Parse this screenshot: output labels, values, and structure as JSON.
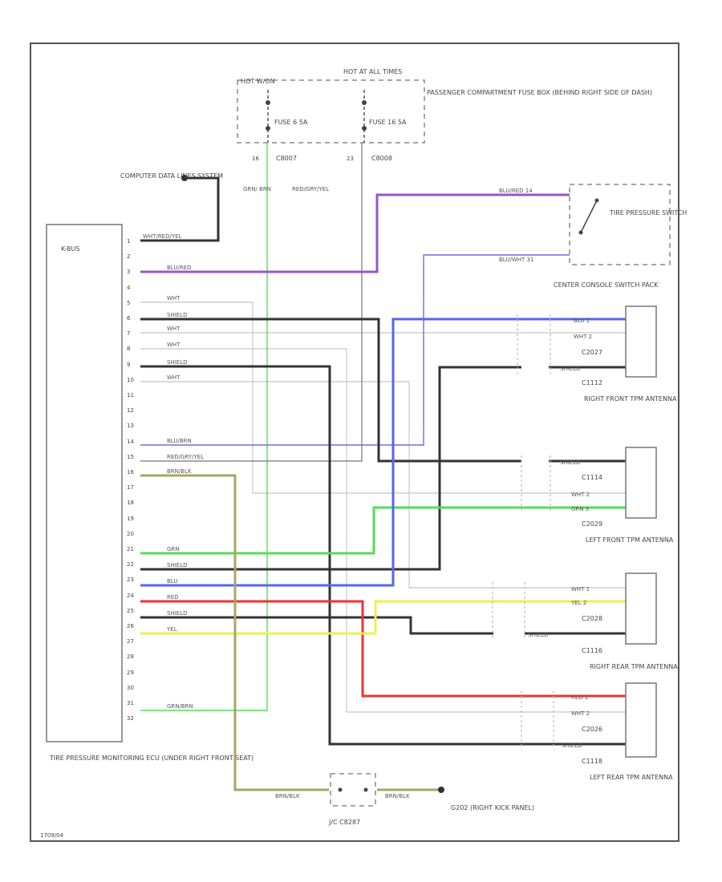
{
  "labels": {
    "fuse_hot_left": "HOT W/ON",
    "fuse_hot_right": "HOT AT ALL TIMES",
    "fuse_box": "PASSENGER COMPARTMENT FUSE BOX (BEHIND RIGHT SIDE OF DASH)",
    "fuse_a": "FUSE 6 5A",
    "fuse_b": "FUSE 16 5A",
    "fuse_pin_a": "16",
    "fuse_pin_b": "23",
    "conn_a": "C8007",
    "conn_b": "C8008",
    "wire_grn_brn": "GRN/ BRN",
    "wire_red_gry": "RED/GRY/YEL",
    "computer": "COMPUTER DATA LINES SYSTEM",
    "ecu_title": "K-BUS",
    "ecu_name": "TIRE PRESSURE MONITORING ECU (UNDER RIGHT FRONT SEAT)",
    "tire_switch": "TIRE PRESSURE SWITCH",
    "switch_wire_top": "BLU/RED 14",
    "switch_wire_bottom": "BLU/WHT 31",
    "console": "CENTER CONSOLE SWITCH PACK",
    "rf_antenna": "RIGHT FRONT TPM ANTENNA",
    "lf_antenna": "LEFT FRONT TPM ANTENNA",
    "rr_antenna": "RIGHT REAR TPM ANTENNA",
    "lr_antenna": "LEFT REAR TPM ANTENNA",
    "c2027": "C2027",
    "c1112": "C1112",
    "c1114": "C1114",
    "c2029": "C2029",
    "c2028": "C2028",
    "c1116": "C1116",
    "c2026": "C2026",
    "c1118": "C1118",
    "jc": "J/C C8287",
    "ground": "G202 (RIGHT KICK PANEL)",
    "ground_wire_left": "BRN/BLK",
    "ground_wire_right": "BRN/BLK",
    "code": "1709/04"
  },
  "pins": [
    "1",
    "2",
    "3",
    "4",
    "5",
    "6",
    "7",
    "8",
    "9",
    "10",
    "11",
    "12",
    "13",
    "14",
    "15",
    "16",
    "17",
    "18",
    "19",
    "20",
    "21",
    "22",
    "23",
    "24",
    "25",
    "26",
    "27",
    "28",
    "29",
    "30",
    "31",
    "32"
  ],
  "pin_wires": {
    "p1": "WHT/RED/YEL",
    "p3": "BLU/RED",
    "p5": "WHT",
    "p6": "SHIELD",
    "p7": "WHT",
    "p8": "WHT",
    "p9": "SHIELD",
    "p10": "WHT",
    "p14": "BLU/BRN",
    "p15": "RED/GRY/YEL",
    "p16": "BRN/BLK",
    "p21": "GRN",
    "p22": "SHIELD",
    "p23": "BLU",
    "p24": "RED",
    "p25": "SHIELD",
    "p26": "YEL",
    "p31": "GRN/BRN"
  },
  "antenna_wires": {
    "rf1": "BLU 1",
    "rf2": "WHT 2",
    "rf3": "SHIELD",
    "lf1": "SHIELD",
    "lf2": "WHT 2",
    "lf3": "GRN 3",
    "rr1": "WHT 1",
    "rr2": "YEL 2",
    "rr3": "SHIELD",
    "lr1": "RED 1",
    "lr2": "WHT 2",
    "lr3": "SHIELD"
  },
  "colors": {
    "green": "#55dd55",
    "purple": "#9955cc",
    "blue": "#5566ee",
    "red": "#ee3333",
    "yellow": "#eeee55",
    "olive": "#a9a566",
    "shield": "#333333",
    "gray": "#8a8a8a",
    "white_wire": "#cfcfcf"
  }
}
